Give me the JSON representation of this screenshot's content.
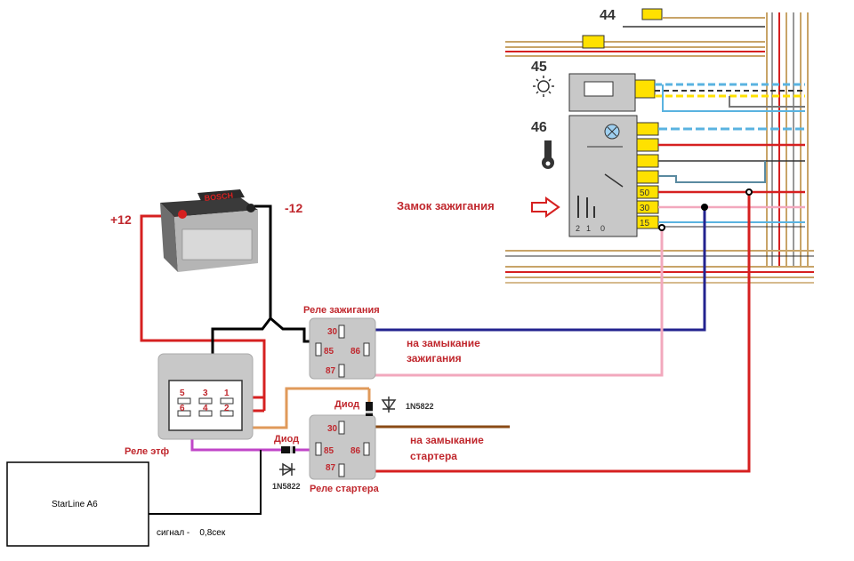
{
  "battery": {
    "brand": "BOSCH",
    "plus_label": "+12",
    "minus_label": "-12"
  },
  "ignition_lock": {
    "label": "Замок зажигания",
    "arrow_icon": "arrow-right-icon",
    "ref_44": "44",
    "ref_45": "45",
    "ref_46": "46",
    "pins": [
      "50",
      "30",
      "15"
    ],
    "positions": [
      "2",
      "1",
      "0"
    ]
  },
  "relay_ignition": {
    "title": "Реле зажигания",
    "pins": [
      "30",
      "85",
      "86",
      "87"
    ],
    "note_line1": "на замыкание",
    "note_line2": "зажигания"
  },
  "relay_starter": {
    "title": "Реле стартера",
    "pins": [
      "30",
      "85",
      "86",
      "87"
    ],
    "note_line1": "на замыкание",
    "note_line2": "стартера"
  },
  "relay_etf": {
    "title": "Реле этф",
    "pins": [
      "5",
      "3",
      "1",
      "6",
      "4",
      "2"
    ]
  },
  "diode_top": {
    "label": "Диод",
    "part": "1N5822"
  },
  "diode_bottom": {
    "label": "Диод",
    "part": "1N5822"
  },
  "starline": {
    "name": "StarLine A6",
    "signal": "сигнал -    0,8сек"
  },
  "colors": {
    "red": "#d62020",
    "dark_red": "#c0272d",
    "black": "#000000",
    "blue": "#23238f",
    "pink": "#f2a8bd",
    "brown": "#8a4b16",
    "orange": "#e09a5a",
    "purple": "#c046c8",
    "relay_gray": "#c8c8c8",
    "yellow": "#ffe100",
    "harness_tan": "#c8a468"
  }
}
